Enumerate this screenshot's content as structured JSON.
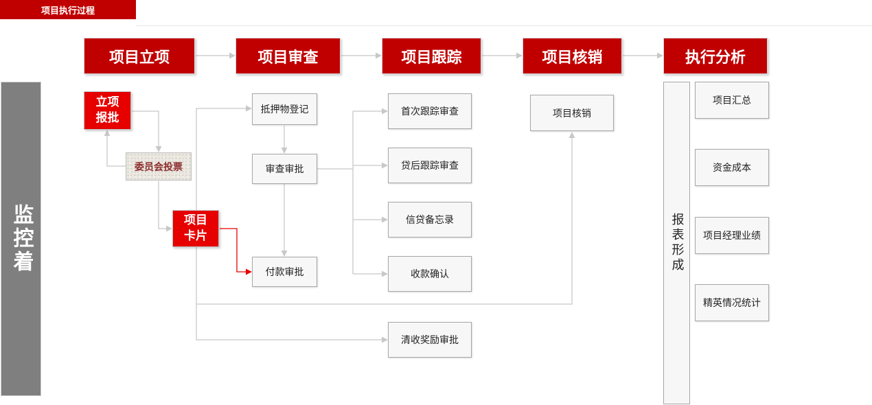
{
  "section_tab": "项目执行过程",
  "monitor_label": "监控着",
  "stages": [
    "项目立项",
    "项目审查",
    "项目跟踪",
    "项目核销",
    "执行分析"
  ],
  "initiation": {
    "approval": "立项\n报批",
    "committee_vote": "委员会投票",
    "project_card": "项目\n卡片"
  },
  "review": {
    "collateral_registration": "抵押物登记",
    "review_approval": "审查审批",
    "payment_approval": "付款审批"
  },
  "tracking": {
    "first_tracking_review": "首次跟踪审查",
    "post_loan_tracking_review": "贷后跟踪审查",
    "credit_memo": "信贷备忘录",
    "payment_confirmation": "收款确认",
    "collection_reward_approval": "清收奖励审批"
  },
  "writeoff": {
    "project_writeoff": "项目核销"
  },
  "analysis": {
    "report_formation": "报表形成",
    "reports": [
      "项目汇总",
      "资金成本",
      "项目经理业绩",
      "精英情况统计"
    ]
  },
  "colors": {
    "brand_red": "#c00000",
    "highlight_red": "#e60000",
    "monitor_gray": "#7f7f7f",
    "connector_gray": "#c8c8c8"
  }
}
